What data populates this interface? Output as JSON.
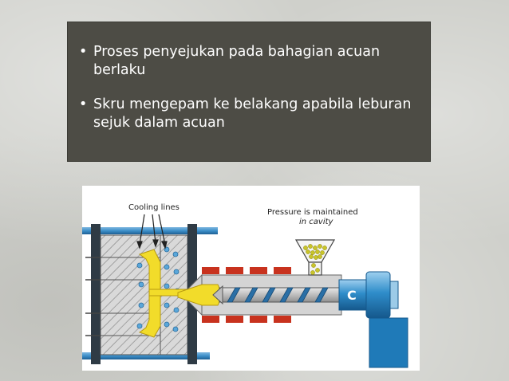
{
  "slide": {
    "bullet_symbol": "•",
    "bullets": [
      "Proses penyejukan pada bahagian acuan berlaku",
      "Skru mengepam ke belakang apabila leburan sejuk dalam acuan"
    ]
  },
  "diagram": {
    "label_cooling": "Cooling lines",
    "label_pressure_line1": "Pressure is maintained",
    "label_pressure_line2": "in cavity",
    "rotation_symbol": "C"
  },
  "colors": {
    "background": "#cfd0cb",
    "textbox": "#4d4c45",
    "pipe_blue": "#3d8fc9",
    "heater_red": "#c8321e",
    "screw_barrel": "#c9c9c9",
    "melt_yellow": "#f2dc2a",
    "motor_blue": "#1f7ab8"
  }
}
